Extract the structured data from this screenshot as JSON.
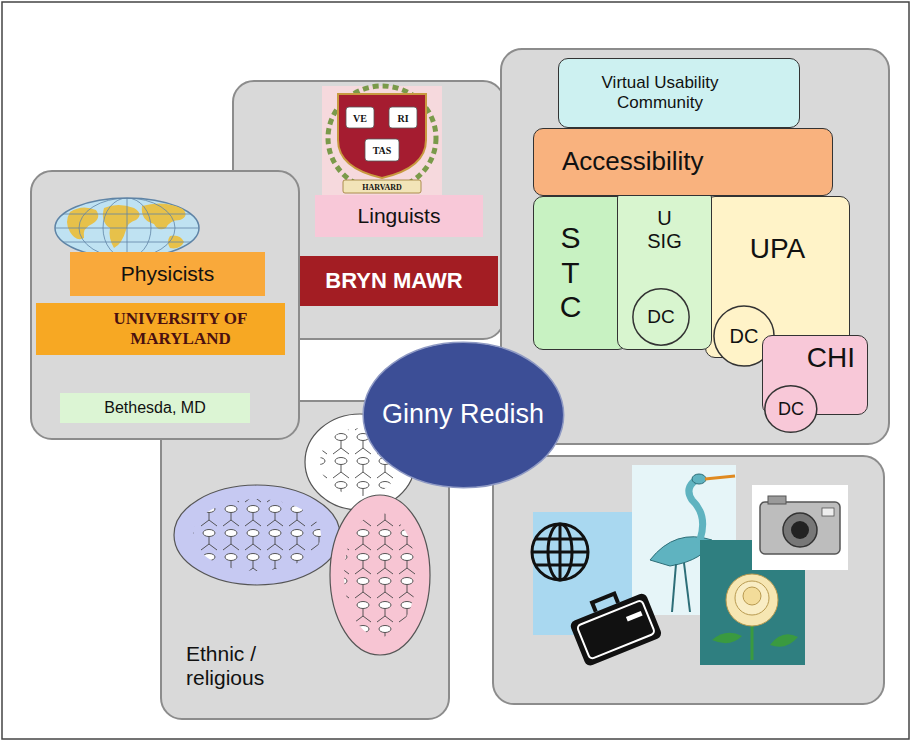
{
  "diagram": {
    "nodes": [
      {
        "text": []
      },
      {
        "text": [
          "Physicists"
        ],
        "in": 0
      },
      {
        "text": [
          "UNIVERSITY OF MARYLAND"
        ],
        "in": 0
      },
      {
        "text": [
          "Bethesda, MD"
        ],
        "in": 0
      },
      {
        "text": []
      },
      {
        "text": [
          "Linguists"
        ],
        "in": 4
      },
      {
        "text": [
          "BRYN MAWR"
        ],
        "in": 4
      },
      {
        "text": []
      },
      {
        "text": [
          "Virtual Usability Community"
        ],
        "in": 7
      },
      {
        "text": [
          "Accessibility"
        ],
        "in": 7
      },
      {
        "text": [
          "S T C"
        ],
        "in": 7
      },
      {
        "text": [
          "U SIG"
        ],
        "in": 7
      },
      {
        "text": [
          "DC"
        ],
        "in": 11
      },
      {
        "text": [
          "UPA"
        ],
        "in": 7
      },
      {
        "text": [
          "DC"
        ],
        "in": 13
      },
      {
        "text": [
          "CHI"
        ],
        "in": 7
      },
      {
        "text": [
          "DC"
        ],
        "in": 15
      },
      {
        "text": [
          "Ginny Redish"
        ]
      },
      {
        "text": [
          "Ethnic / religious"
        ]
      },
      {
        "text": []
      }
    ],
    "labels": [
      "VE",
      "RI",
      "TAS",
      "HARVARD"
    ]
  }
}
